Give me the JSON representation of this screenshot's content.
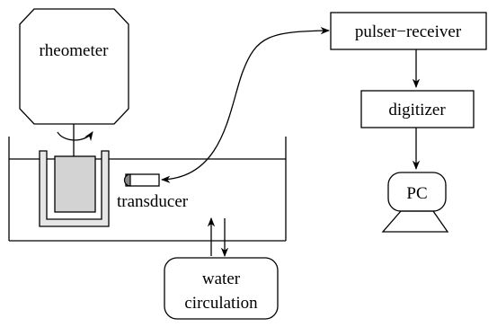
{
  "labels": {
    "rheometer": "rheometer",
    "pulser_receiver": "pulser−receiver",
    "digitizer": "digitizer",
    "pc": "PC",
    "transducer": "transducer",
    "water": "water",
    "circulation": "circulation"
  },
  "colors": {
    "sample": "#d3d3d3",
    "cup_wall": "#e6e6e6",
    "line": "#000000"
  }
}
